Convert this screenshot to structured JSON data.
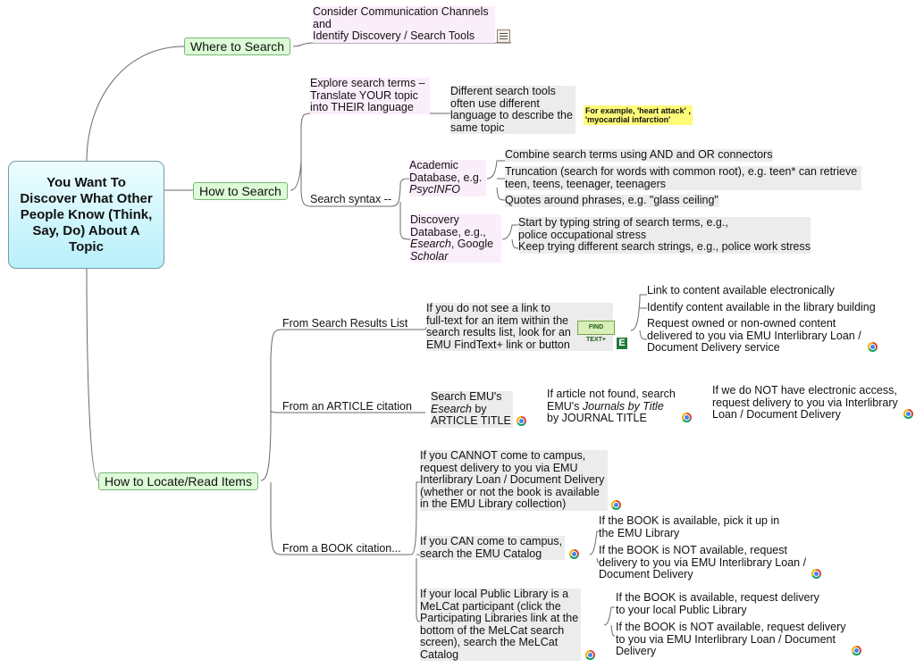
{
  "central": {
    "title": "You Want To Discover What Other People Know (Think, Say, Do) About A Topic"
  },
  "where": {
    "label": "Where to Search",
    "note": "Consider Communication Channels\nand\nIdentify Discovery / Search Tools"
  },
  "how": {
    "label": "How to Search",
    "explore": "Explore search terms –\nTranslate YOUR topic\ninto THEIR language",
    "different": "Different search tools\noften use different\nlanguage to describe the\nsame topic",
    "example": "For example, 'heart attack' ,\n'myocardial infarction'",
    "syntax": "Search syntax --",
    "academic": {
      "line1": "Academic",
      "line2": "Database, e.g.",
      "line3": "PsycINFO"
    },
    "combine": "Combine search terms using AND and OR connectors",
    "truncation": "Truncation (search for words with common root), e.g. teen* can retrieve\nteen, teens, teenager, teenagers",
    "quotes": "Quotes around phrases, e.g. \"glass ceiling\"",
    "discovery": {
      "line1": "Discovery",
      "line2": "Database, e.g.,",
      "line3a": "Esearch",
      "line3b": ", Google",
      "line4": "Scholar"
    },
    "typing": "Start by typing string of search terms, e.g.,\npolice occupational stress\nKeep trying different search strings, e.g., police work stress"
  },
  "locate": {
    "label": "How to Locate/Read Items",
    "results": {
      "label": "From Search Results List",
      "findtext": "If you do not see a link to\nfull-text for an item within the\nsearch results list, look for an\nEMU FindText+ link or button",
      "electronic": "Link to content available electronically",
      "building": "Identify content available in the library building",
      "request": "Request owned or non-owned content\ndelivered to you via EMU Interlibrary Loan /\nDocument Delivery service"
    },
    "article": {
      "label": "From an ARTICLE citation",
      "search": {
        "line1": "Search EMU's",
        "line2a": "Esearch",
        "line2b": " by",
        "line3": "ARTICLE TITLE"
      },
      "notfound": {
        "line1": "If article not found, search",
        "line2a": "EMU's ",
        "line2b": "Journals by Title",
        "line3": "by JOURNAL TITLE"
      },
      "noaccess": "If we do NOT have electronic access,\nrequest delivery to you via Interlibrary\nLoan / Document Delivery"
    },
    "book": {
      "label": "From a BOOK citation...",
      "cannot": "If you CANNOT come to campus,\nrequest delivery to you via EMU\nInterlibrary Loan / Document Delivery\n(whether or not the book is available\nin the EMU Library collection)",
      "can": "If you CAN come to campus,\nsearch the EMU Catalog",
      "available": "If the BOOK is available, pick it up in\nthe EMU Library",
      "notavailable": "If the BOOK is NOT available, request\ndelivery to you via EMU Interlibrary Loan /\nDocument Delivery",
      "melcat": "If your local Public Library is a\nMeLCat participant (click the\nParticipating Libraries link at the\nbottom of the MeLCat search\nscreen), search the MeLCat\nCatalog",
      "public_available": "If the BOOK is available, request delivery\nto your local Public Library",
      "public_notavailable": "If the BOOK is NOT available, request delivery\nto you via EMU Interlibrary Loan / Document\nDelivery"
    }
  },
  "icons": {
    "findtext_button": {
      "name": "findtext-button-icon",
      "text": "FIND TEXT+"
    },
    "emu_logo": {
      "name": "emu-e-icon",
      "text": "E"
    },
    "link": "chrome-link-icon",
    "note": "note-icon"
  },
  "colors": {
    "central_top": "#ecfdff",
    "central_bottom": "#b9f0fb",
    "branch_bg": "#dcfbd6",
    "branch_border": "#7bb57b",
    "leaf_lavender": "#fbeefb",
    "leaf_gray": "#ececec",
    "example_yellow": "#fffb7a",
    "line": "#6a6a6a"
  }
}
